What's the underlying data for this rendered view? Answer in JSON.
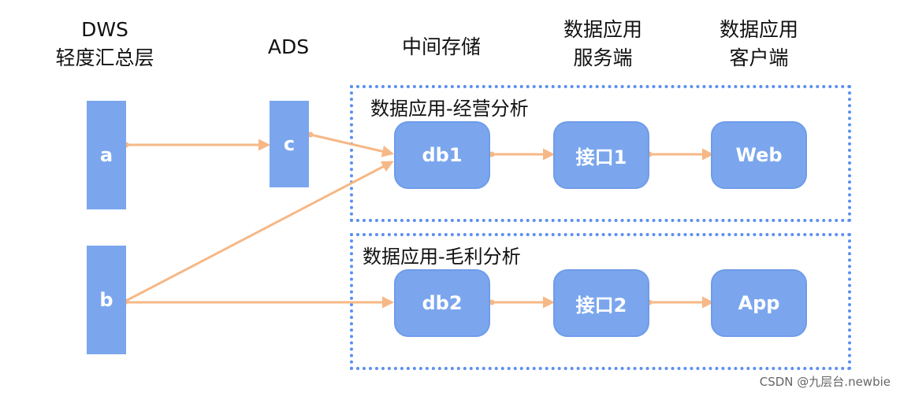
{
  "headers": {
    "dws": [
      "DWS",
      "轻度汇总层"
    ],
    "ads": [
      "ADS"
    ],
    "storage": [
      "中间存储"
    ],
    "server": [
      "数据应用",
      "服务端"
    ],
    "client": [
      "数据应用",
      "客户端"
    ]
  },
  "groups": {
    "operations": "数据应用-经营分析",
    "margin": "数据应用-毛利分析"
  },
  "nodes": {
    "a": "a",
    "b": "b",
    "c": "c",
    "db1": "db1",
    "db2": "db2",
    "api1": "接口1",
    "api2": "接口2",
    "web": "Web",
    "app": "App"
  },
  "edges": [
    {
      "from": "a",
      "to": "c"
    },
    {
      "from": "c",
      "to": "db1"
    },
    {
      "from": "b",
      "to": "db1"
    },
    {
      "from": "b",
      "to": "db2"
    },
    {
      "from": "db1",
      "to": "api1"
    },
    {
      "from": "api1",
      "to": "web"
    },
    {
      "from": "db2",
      "to": "api2"
    },
    {
      "from": "api2",
      "to": "app"
    }
  ],
  "colors": {
    "node_fill": "#7ba6ee",
    "group_border": "#5b8ff0",
    "arrow": "#f6b886"
  },
  "watermark": "CSDN @九层台.newbie"
}
